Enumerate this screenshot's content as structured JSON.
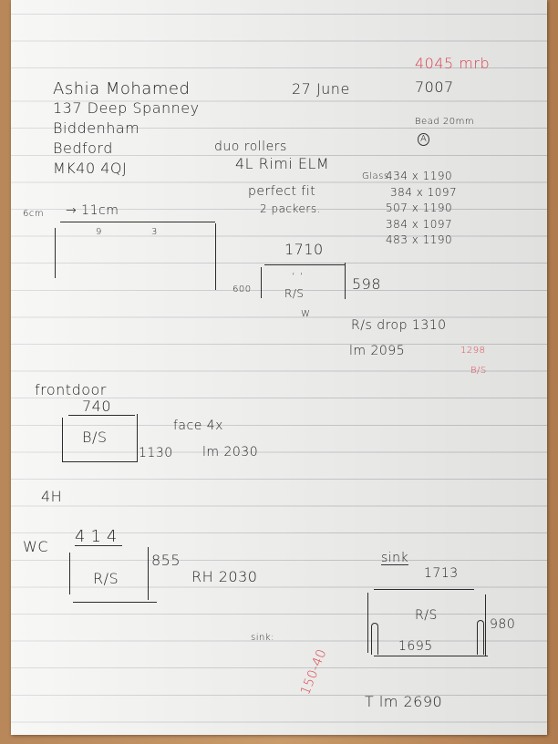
{
  "header": {
    "job_ref": "4045 mrb",
    "name": "Ashia Mohamed",
    "address_line1": "137 Deep Spanney",
    "address_line2": "Biddenham",
    "address_line3": "Bedford",
    "postcode": "MK40 4QJ",
    "date": "27 June",
    "number": "7007",
    "bead": "Bead 20mm",
    "bead_mark": "A"
  },
  "notes": {
    "rollers": "duo rollers",
    "type": "4L Rimi ELM",
    "fit": "perfect fit",
    "packers": "2 packers.",
    "glass_label": "Glass:",
    "glass": [
      "434 x 1190",
      "384 x 1097",
      "507 x 1190",
      "384 x 1097",
      "483 x 1190"
    ]
  },
  "sketch1": {
    "side": "6cm",
    "top": "→ 11cm",
    "marks": [
      "9",
      "3"
    ]
  },
  "window": {
    "width": "1710",
    "left": "600",
    "right": "598",
    "label": "R/S",
    "ticks": ", ,",
    "below": "W",
    "drop": "R/s drop 1310",
    "lm": "lm 2095",
    "red_value": "1298",
    "red_label": "B/S"
  },
  "front_door": {
    "title": "frontdoor",
    "width": "740",
    "label": "B/S",
    "height": "1130",
    "note": "face 4x",
    "lm": "lm 2030"
  },
  "section_4h": "4H",
  "wc": {
    "title": "WC",
    "width": "414",
    "label": "R/S",
    "height": "855",
    "note": "RH 2030"
  },
  "sink": {
    "title": "sink",
    "width_top": "1713",
    "label": "R/S",
    "width_bottom": "1695",
    "height": "980",
    "caption": "sink:",
    "red_note": "150-40",
    "lm": "T lm 2690"
  }
}
